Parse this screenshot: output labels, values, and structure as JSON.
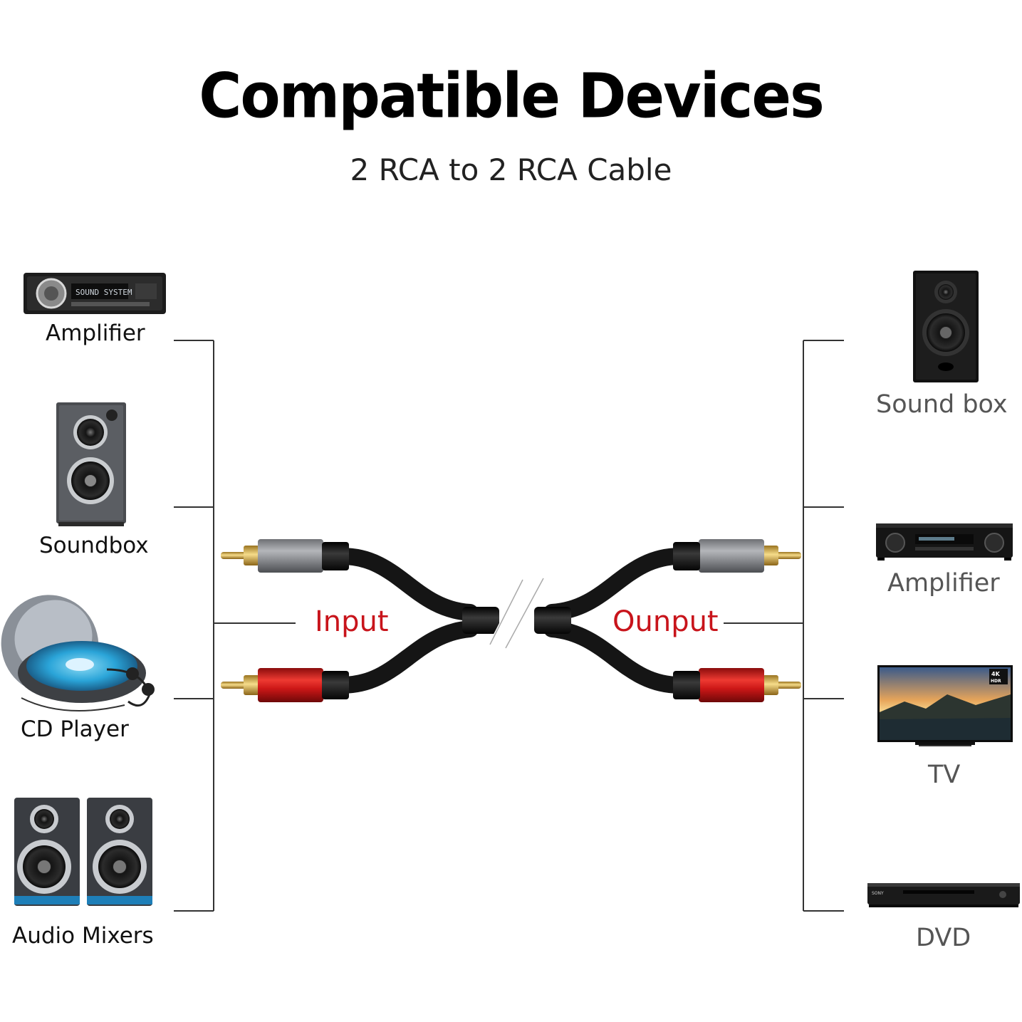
{
  "title": "Compatible Devices",
  "subtitle": "2 RCA to 2 RCA Cable",
  "left_devices": [
    {
      "label": "Amplifier",
      "icon": "car-stereo-icon"
    },
    {
      "label": "Soundbox",
      "icon": "speaker-icon"
    },
    {
      "label": "CD Player",
      "icon": "cd-player-icon"
    },
    {
      "label": "Audio Mixers",
      "icon": "speakers-pair-icon"
    }
  ],
  "right_devices": [
    {
      "label": "Sound box",
      "icon": "bookshelf-speaker-icon"
    },
    {
      "label": "Amplifier",
      "icon": "av-receiver-icon"
    },
    {
      "label": "TV",
      "icon": "tv-icon"
    },
    {
      "label": "DVD",
      "icon": "dvd-player-icon"
    }
  ],
  "cable": {
    "input_label": "Input",
    "output_label": "Ounput",
    "plug_colors": {
      "top": "#8e9094",
      "bottom": "#d01c1c",
      "pin": "#d4a93c",
      "cable": "#1a1a1a"
    }
  }
}
